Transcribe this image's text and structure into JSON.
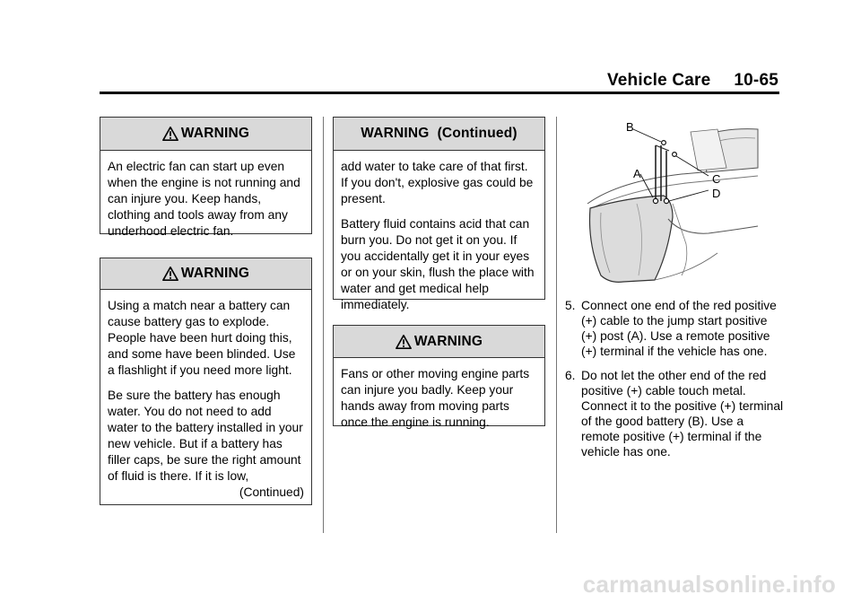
{
  "header": {
    "section": "Vehicle Care",
    "page": "10-65"
  },
  "col1": {
    "warning1": {
      "title": "WARNING",
      "body": "An electric fan can start up even when the engine is not running and can injure you. Keep hands, clothing and tools away from any underhood electric fan."
    },
    "warning2": {
      "title": "WARNING",
      "p1": "Using a match near a battery can cause battery gas to explode. People have been hurt doing this, and some have been blinded. Use a flashlight if you need more light.",
      "p2": "Be sure the battery has enough water. You do not need to add water to the battery installed in your new vehicle. But if a battery has filler caps, be sure the right amount of fluid is there. If it is low,",
      "continued": "(Continued)"
    }
  },
  "col2": {
    "warning_cont": {
      "title": "WARNING  (Continued)",
      "p1": "add water to take care of that first. If you don't, explosive gas could be present.",
      "p2": "Battery fluid contains acid that can burn you. Do not get it on you. If you accidentally get it in your eyes or on your skin, flush the place with water and get medical help immediately."
    },
    "warning3": {
      "title": "WARNING",
      "body": "Fans or other moving engine parts can injure you badly. Keep your hands away from moving parts once the engine is running."
    }
  },
  "col3": {
    "figure_labels": {
      "a": "A",
      "b": "B",
      "c": "C",
      "d": "D"
    },
    "steps": [
      {
        "num": "5.",
        "text": "Connect one end of the red positive (+) cable to the jump start positive (+) post (A). Use a remote positive (+) terminal if the vehicle has one."
      },
      {
        "num": "6.",
        "text": "Do not let the other end of the red positive (+) cable touch metal. Connect it to the positive (+) terminal of the good battery (B). Use a remote positive (+) terminal if the vehicle has one."
      }
    ]
  },
  "footer": {
    "watermark": "carmanualsonline.info"
  }
}
